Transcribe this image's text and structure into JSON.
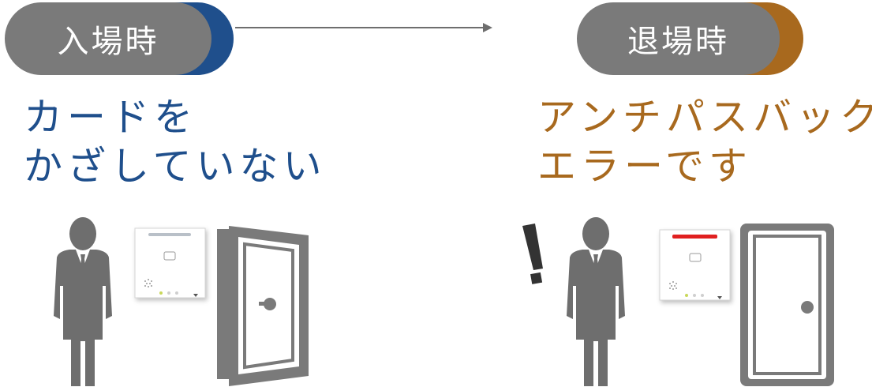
{
  "entry": {
    "label": "入場時",
    "accent_color": "#1f4f8c",
    "message_lines": [
      "カードを",
      "かざしていない"
    ]
  },
  "exit": {
    "label": "退場時",
    "accent_color": "#a8691e",
    "message_lines": [
      "アンチパスバック",
      "エラーです"
    ]
  },
  "colors": {
    "pill_gray": "#7a7a7a",
    "figure_gray": "#6e6e6e",
    "reader_led_off": "#b9c0c8",
    "reader_led_error": "#e02020"
  },
  "icons": [
    "person-icon",
    "card-reader-icon",
    "door-open-icon",
    "door-closed-icon",
    "exclamation-icon",
    "arrow-icon"
  ]
}
